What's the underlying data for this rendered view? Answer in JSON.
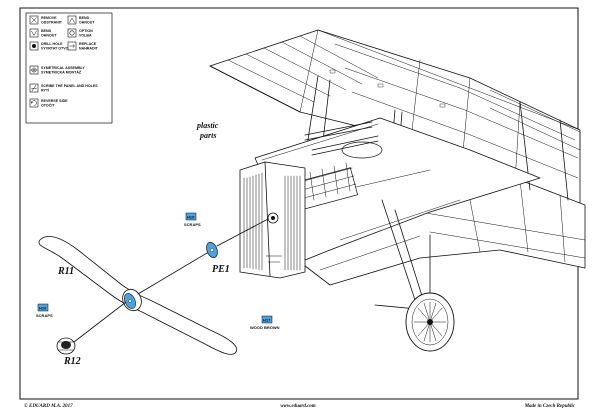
{
  "legend": [
    {
      "icon": "remove-icon",
      "label": "REMOVE\nODSTRANIT"
    },
    {
      "icon": "bend-icon",
      "label": "BEND\nOHNOUT"
    },
    {
      "icon": "bend-backwards-icon",
      "label": "BEND\nOHNOUT"
    },
    {
      "icon": "option-icon",
      "label": "OPTION\nVOLBA"
    },
    {
      "icon": "drill-hole-icon",
      "label": "DRILL HOLE\nVYVRTAT OTVOR"
    },
    {
      "icon": "replace-icon",
      "label": "REPLACE\nNAHRADIT"
    },
    {
      "icon": "symmetrical-assembly-icon",
      "label": "SYMETRICAL ASSEMBLY\nSYMETRICKÁ MONTÁŽ"
    },
    {
      "icon": "scribe-icon",
      "label": "SCRIBE THE PANEL AND HOLES\nRYTÍ"
    },
    {
      "icon": "reverse-side-icon",
      "label": "REVERSE SIDE\nOTOČIT"
    }
  ],
  "annotations": {
    "plastic_parts": "plastic\nparts",
    "pe1": "PE1",
    "r11": "R11",
    "r12": "R12"
  },
  "callouts": {
    "c1": {
      "code": "H10",
      "label": "SCRAPS"
    },
    "c2": {
      "code": "H10",
      "label": "SCRAPS"
    },
    "c3": {
      "code": "H17",
      "label": "WOOD BROWN"
    }
  },
  "colors": {
    "c1": "#4aa3e0",
    "c2": "#4aa3e0",
    "c3": "#4aa3e0"
  },
  "footer": {
    "copyright": "© EDUARD M.A. 2017",
    "website": "www.eduard.com",
    "origin": "Made in Czech Republic"
  }
}
